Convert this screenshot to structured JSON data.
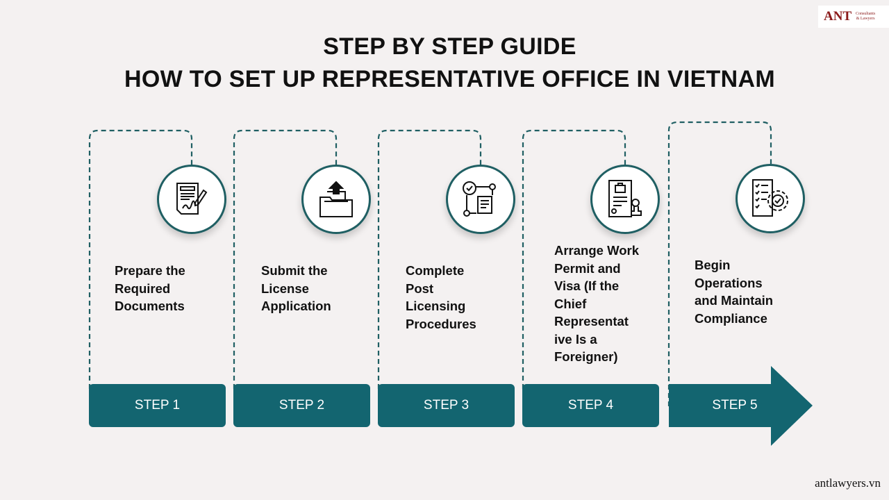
{
  "title": {
    "line1": "STEP BY STEP GUIDE",
    "line2": "HOW TO SET UP REPRESENTATIVE OFFICE IN VIETNAM"
  },
  "logo": {
    "mark": "ANT",
    "sub": "Consultants & Lawyers"
  },
  "steps": [
    {
      "label": "STEP 1",
      "text": "Prepare the Required Documents",
      "icon": "document-signature-icon"
    },
    {
      "label": "STEP 2",
      "text": "Submit the License Application",
      "icon": "folder-upload-icon"
    },
    {
      "label": "STEP 3",
      "text": "Complete Post Licensing Procedures",
      "icon": "process-documents-icon"
    },
    {
      "label": "STEP 4",
      "text": "Arrange Work Permit and Visa (If the Chief Representat ive Is a Foreigner)",
      "icon": "permit-stamp-icon"
    },
    {
      "label": "STEP 5",
      "text": "Begin Operations and Maintain Compliance",
      "icon": "checklist-gear-icon"
    }
  ],
  "footer": "antlawyers.vn",
  "colors": {
    "accent": "#136570",
    "border": "#1f5f63"
  }
}
